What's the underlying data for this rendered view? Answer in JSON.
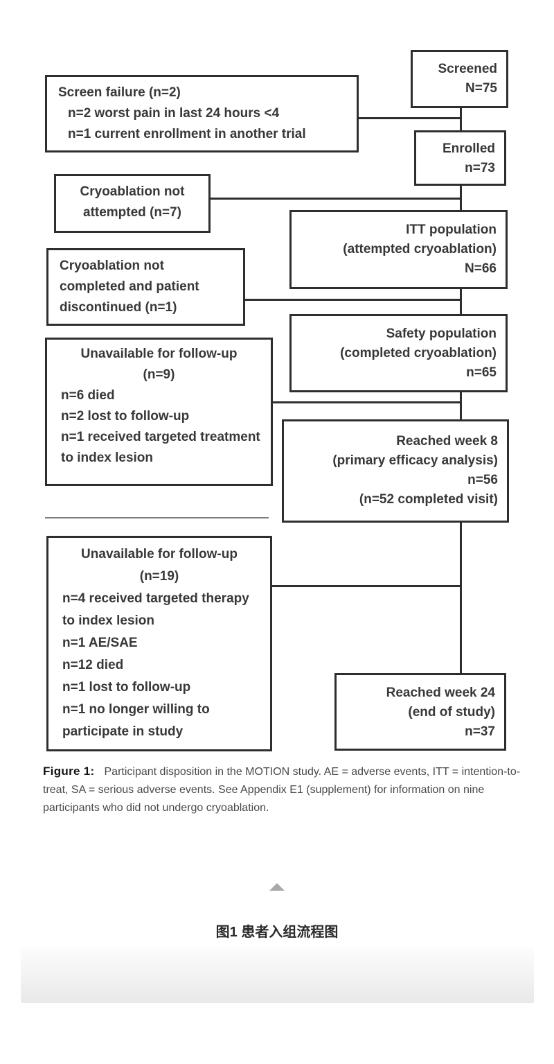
{
  "boxes": {
    "screened": {
      "l1": "Screened",
      "l2": "N=75"
    },
    "enrolled": {
      "l1": "Enrolled",
      "l2": "n=73"
    },
    "itt": {
      "l1": "ITT population",
      "l2": "(attempted cryoablation)",
      "l3": "N=66"
    },
    "safety": {
      "l1": "Safety population",
      "l2": "(completed cryoablation)",
      "l3": "n=65"
    },
    "week8": {
      "l1": "Reached week 8",
      "l2": "(primary efficacy analysis)",
      "l3": "n=56",
      "l4": "(n=52 completed visit)"
    },
    "week24": {
      "l1": "Reached week 24",
      "l2": "(end of study)",
      "l3": "n=37"
    },
    "screen_failure": {
      "l1": "Screen failure (n=2)",
      "l2": "n=2 worst pain in last 24 hours <4",
      "l3": "n=1 current enrollment in another trial"
    },
    "cryo_not_attempted": {
      "l1": "Cryoablation not",
      "l2": "attempted (n=7)"
    },
    "cryo_not_completed": {
      "l1": "Cryoablation not",
      "l2": "completed and patient",
      "l3": "discontinued (n=1)"
    },
    "unavail9": {
      "head1": "Unavailable for follow-up",
      "head2": "(n=9)",
      "items": [
        "n=6 died",
        "n=2 lost to follow-up",
        "n=1 received targeted treatment to index lesion"
      ]
    },
    "unavail19": {
      "head1": "Unavailable for follow-up",
      "head2": "(n=19)",
      "items": [
        "n=4 received targeted therapy to index lesion",
        "n=1 AE/SAE",
        "n=12 died",
        "n=1 lost to follow-up",
        "n=1 no longer willing to participate in study"
      ]
    }
  },
  "caption": {
    "label": "Figure 1:",
    "text": "Participant disposition in the MOTION study. AE = adverse events, ITT = intention-to-treat, SA = serious adverse events. See Appendix E1 (supplement) for information on nine participants who did not undergo cryoablation."
  },
  "footer": {
    "figure_caption_zh": "图1 患者入组流程图",
    "collapse_icon": "up-triangle"
  },
  "colors": {
    "flow_line": "#2e2e2e",
    "box_border": "#2e2e2e",
    "caption_text": "#4a4a4a",
    "panel_gray": "#e9e9e9",
    "arrow_gray": "#a9a9a9"
  }
}
